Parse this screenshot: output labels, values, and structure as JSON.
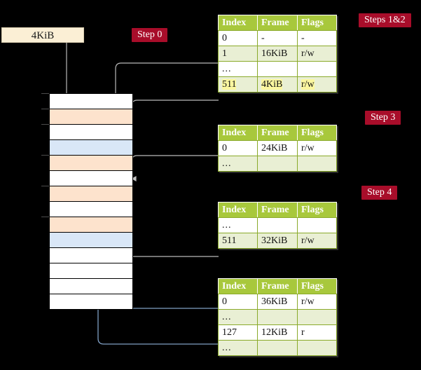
{
  "diagram": {
    "title_hidden": "",
    "colors": {
      "background": "#000000",
      "table_header": "#a8c83c",
      "table_header_text": "#ffffff",
      "table_alt_row": "#e9efd4",
      "table_border": "#8aaa2a",
      "highlight": "#fbf7a0",
      "step_pill": "#a80d2a",
      "step_pill_text": "#ffffff",
      "size_box": "#fbefd5",
      "mem_peach": "#fde3cd",
      "mem_blue": "#d9e7f7",
      "wire_grey": "#b3b3b3",
      "wire_blue": "#7f9fc4"
    }
  },
  "size_box": {
    "label": "4KiB"
  },
  "steps": [
    {
      "id": "step-0",
      "label": "Step 0"
    },
    {
      "id": "steps-1-2",
      "label": "Steps 1&2"
    },
    {
      "id": "step-3",
      "label": "Step 3"
    },
    {
      "id": "step-4",
      "label": "Step 4"
    }
  ],
  "tables": [
    {
      "id": "table-pml4",
      "headers": [
        "Index",
        "Frame",
        "Flags"
      ],
      "rows": [
        {
          "cells": [
            "0",
            "-",
            "-"
          ],
          "alt": false,
          "highlight": false
        },
        {
          "cells": [
            "1",
            "16KiB",
            "r/w"
          ],
          "alt": true,
          "highlight": false
        },
        {
          "cells": [
            "...",
            "",
            ""
          ],
          "alt": false,
          "highlight": false
        },
        {
          "cells": [
            "511",
            "4KiB",
            "r/w"
          ],
          "alt": true,
          "highlight": true
        }
      ]
    },
    {
      "id": "table-pdpt",
      "headers": [
        "Index",
        "Frame",
        "Flags"
      ],
      "rows": [
        {
          "cells": [
            "0",
            "24KiB",
            "r/w"
          ],
          "alt": false,
          "highlight": false
        },
        {
          "cells": [
            "...",
            "",
            ""
          ],
          "alt": true,
          "highlight": false
        }
      ]
    },
    {
      "id": "table-pd",
      "headers": [
        "Index",
        "Frame",
        "Flags"
      ],
      "rows": [
        {
          "cells": [
            "...",
            "",
            ""
          ],
          "alt": false,
          "highlight": false
        },
        {
          "cells": [
            "511",
            "32KiB",
            "r/w"
          ],
          "alt": true,
          "highlight": false
        }
      ]
    },
    {
      "id": "table-pt",
      "headers": [
        "Index",
        "Frame",
        "Flags"
      ],
      "rows": [
        {
          "cells": [
            "0",
            "36KiB",
            "r/w"
          ],
          "alt": false,
          "highlight": false
        },
        {
          "cells": [
            "...",
            "",
            ""
          ],
          "alt": true,
          "highlight": false
        },
        {
          "cells": [
            "127",
            "12KiB",
            "r"
          ],
          "alt": false,
          "highlight": false
        },
        {
          "cells": [
            "...",
            "",
            ""
          ],
          "alt": true,
          "highlight": false
        }
      ]
    }
  ],
  "memory_column": {
    "rows": [
      {
        "fill": "white",
        "tick": true
      },
      {
        "fill": "peach",
        "tick": true
      },
      {
        "fill": "white",
        "tick": true
      },
      {
        "fill": "blue",
        "tick": false
      },
      {
        "fill": "peach",
        "tick": true
      },
      {
        "fill": "white",
        "tick": false
      },
      {
        "fill": "peach",
        "tick": true
      },
      {
        "fill": "white",
        "tick": false
      },
      {
        "fill": "peach",
        "tick": true
      },
      {
        "fill": "blue",
        "tick": false
      },
      {
        "fill": "white",
        "tick": false
      },
      {
        "fill": "white",
        "tick": false
      },
      {
        "fill": "white",
        "tick": false
      },
      {
        "fill": "white",
        "tick": false
      }
    ]
  }
}
